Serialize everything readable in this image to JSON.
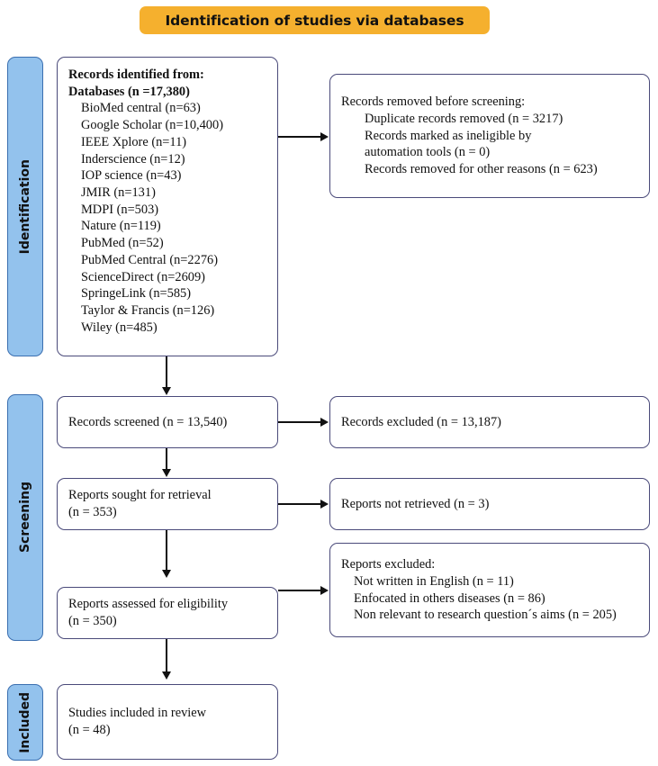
{
  "banner": {
    "title": "Identification of studies via databases",
    "color": "#f5b02e"
  },
  "stages": [
    {
      "id": "identification",
      "label": "Identification"
    },
    {
      "id": "screening",
      "label": "Screening"
    },
    {
      "id": "included",
      "label": "Included"
    }
  ],
  "colors": {
    "stage_fill": "#93c2ed",
    "stage_border": "#3b6fb0",
    "box_border": "#4a4a7a",
    "connector": "#111111",
    "text": "#111111"
  },
  "boxes": {
    "records_identified": {
      "heading_1": "Records identified from:",
      "heading_2": "Databases (n =17,380)",
      "sources": [
        "BioMed central (n=63)",
        "Google Scholar (n=10,400)",
        "IEEE Xplore (n=11)",
        "Inderscience (n=12)",
        "IOP science (n=43)",
        "JMIR (n=131)",
        "MDPI (n=503)",
        "Nature (n=119)",
        "PubMed (n=52)",
        "PubMed Central (n=2276)",
        "ScienceDirect (n=2609)",
        "SpringeLink (n=585)",
        "Taylor & Francis (n=126)",
        "Wiley (n=485)"
      ]
    },
    "records_removed": {
      "heading": "Records removed before screening:",
      "items": [
        "Duplicate records removed (n = 3217)",
        "Records marked as ineligible by",
        "automation tools (n = 0)",
        "Records removed for other reasons  (n = 623)"
      ]
    },
    "records_screened": {
      "lines": [
        "Records screened (n = 13,540)"
      ]
    },
    "records_excluded": {
      "lines": [
        "Records excluded (n = 13,187)"
      ]
    },
    "reports_sought": {
      "lines": [
        "Reports sought for retrieval",
        "(n = 353)"
      ]
    },
    "reports_not_retrieved": {
      "lines": [
        "Reports not retrieved (n = 3)"
      ]
    },
    "reports_assessed": {
      "lines": [
        "Reports assessed for eligibility",
        "(n = 350)"
      ]
    },
    "reports_excluded": {
      "heading": "Reports excluded:",
      "items": [
        "Not written in English (n = 11)",
        "Enfocated in others diseases (n = 86)",
        "Non relevant to research question´s aims (n = 205)"
      ]
    },
    "studies_included": {
      "lines": [
        "Studies included in review",
        "(n = 48)"
      ]
    }
  }
}
